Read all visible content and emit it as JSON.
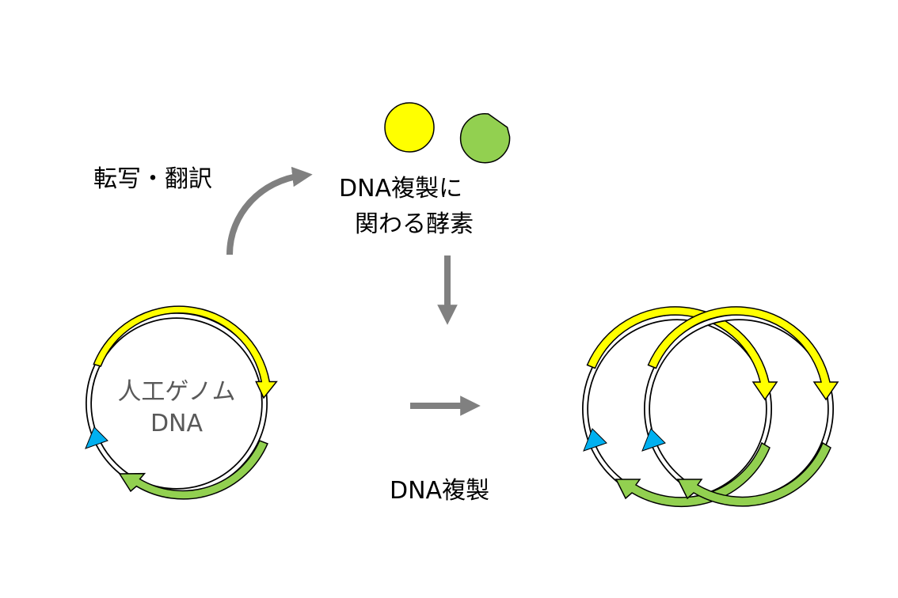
{
  "labels": {
    "transcription_translation": "転写・翻訳",
    "enzymes_line1": "DNA複製に",
    "enzymes_line2": "関わる酵素",
    "genome_line1": "人工ゲノム",
    "genome_line2": "DNA",
    "replication": "DNA複製"
  },
  "colors": {
    "yellow": "#ffff00",
    "green": "#92d050",
    "blue": "#00b0f0",
    "arrow_gray": "#808080",
    "outline": "#000000"
  },
  "icons": {
    "enzyme_1": "yellow-circle",
    "enzyme_2": "green-pacman-shape"
  }
}
